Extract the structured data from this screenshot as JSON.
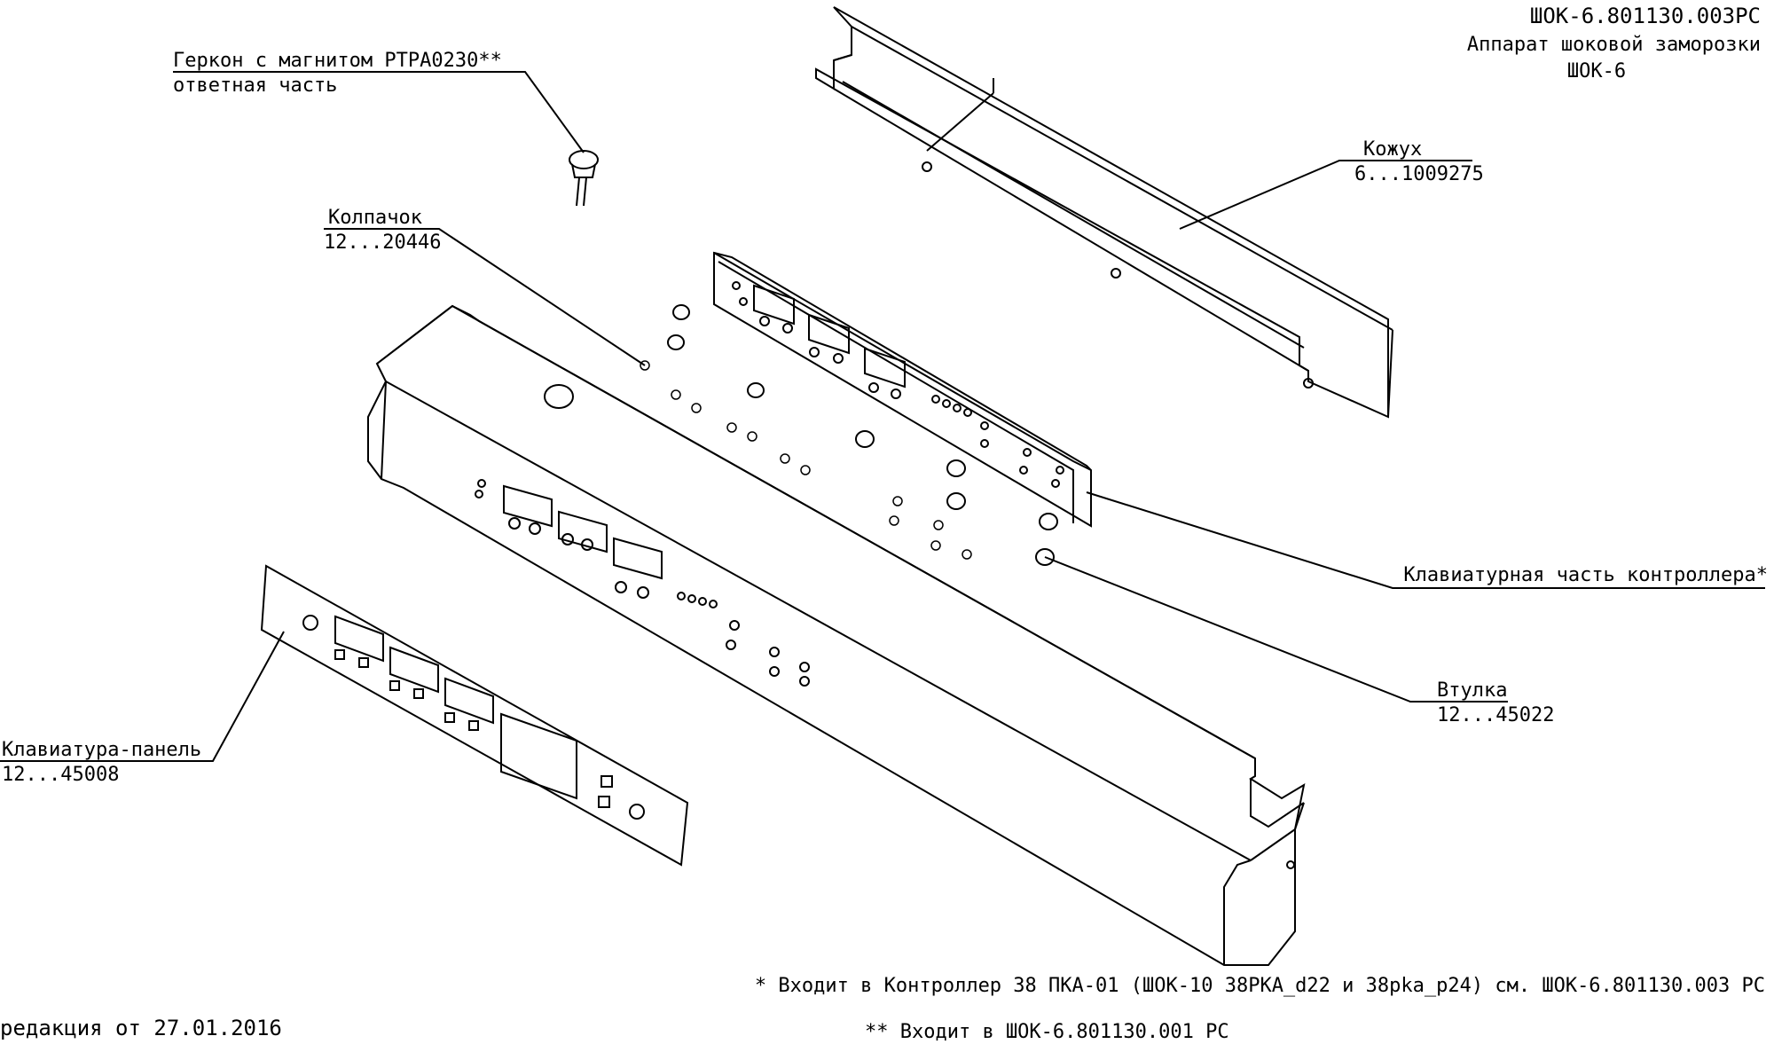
{
  "title_block": {
    "doc_code": "ШОК-6.801130.003РС",
    "name_line1": "Аппарат шоковой заморозки",
    "name_line2": "ШОК-6"
  },
  "callouts": {
    "gerkon": {
      "name": "Геркон с магнитом PTPA0230**",
      "sub": "ответная часть"
    },
    "kolpachok": {
      "name": "Колпачок",
      "code": "12...20446"
    },
    "kozhukh": {
      "name": "Кожух",
      "code": "6...1009275"
    },
    "klav_chast": {
      "name": "Клавиатурная часть контроллера*"
    },
    "vtulka": {
      "name": "Втулка",
      "code": "12...45022"
    },
    "klav_panel": {
      "name": "Клавиатура-панель",
      "code": "12...45008"
    }
  },
  "notes": {
    "single_star": "* Входит в Контроллер 38 ПКА-01 (ШОК-10 38PKA_d22 и 38pka_p24) см. ШОК-6.801130.003 РС",
    "double_star": "** Входит в ШОК-6.801130.001 РС",
    "revision": "редакция от 27.01.2016"
  }
}
